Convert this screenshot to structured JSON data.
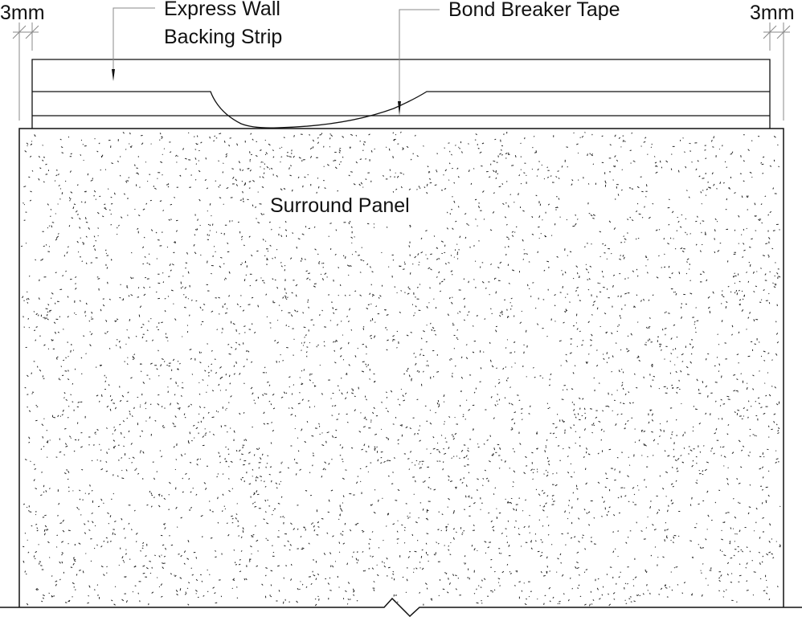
{
  "labels": {
    "left_dimension": "3mm",
    "right_dimension": "3mm",
    "express_line1": "Express Wall",
    "express_line2": "Backing Strip",
    "bond_breaker": "Bond Breaker Tape",
    "surround_panel": "Surround Panel"
  },
  "colors": {
    "line": "#111111",
    "leader": "#888888"
  }
}
